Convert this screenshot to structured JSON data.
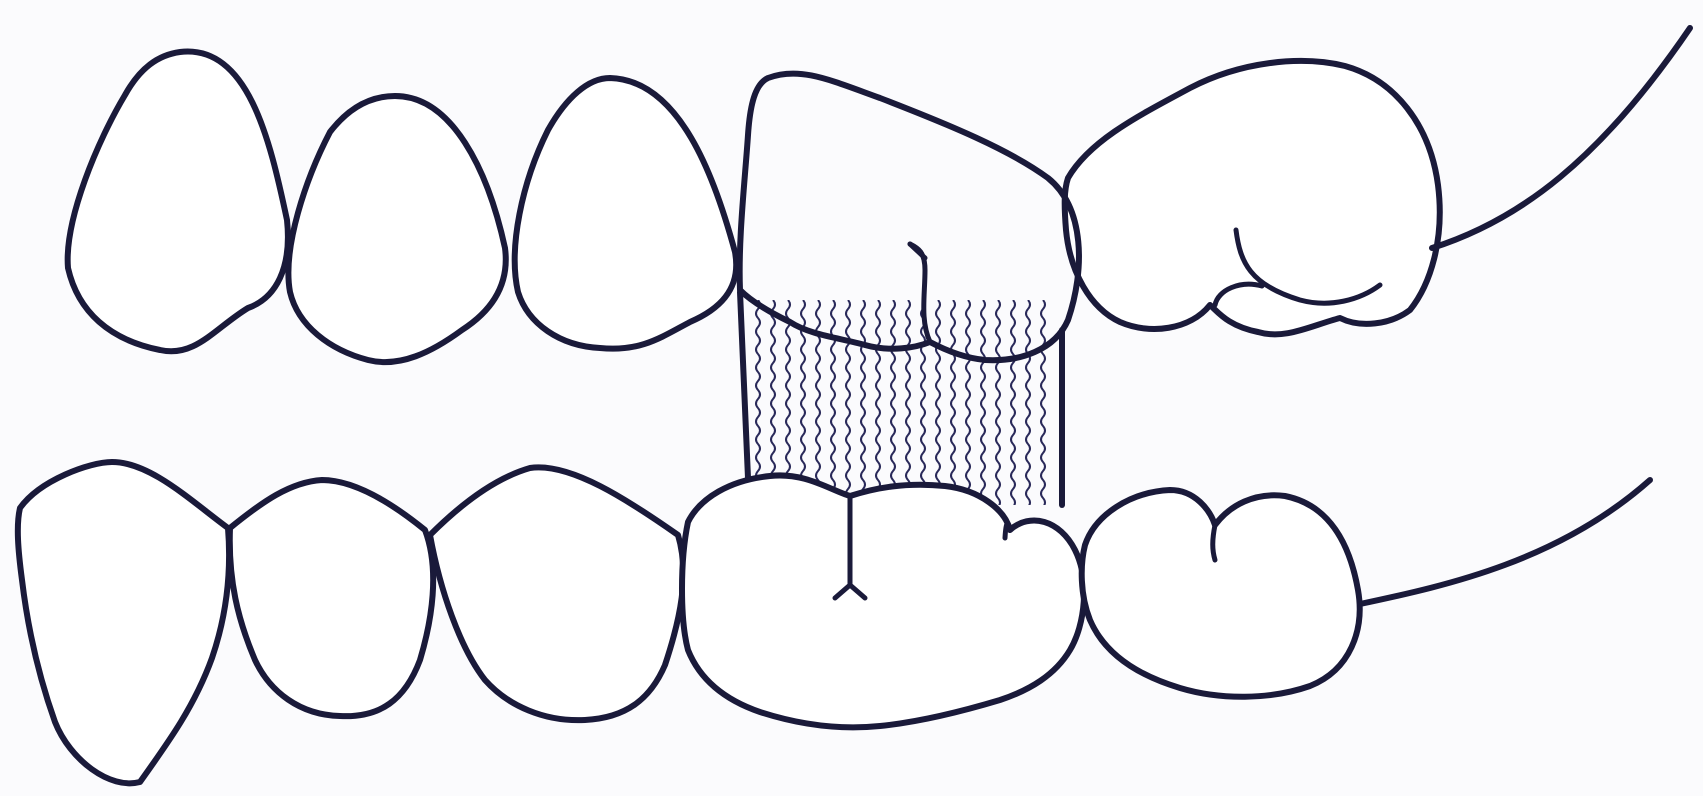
{
  "diagram": {
    "kind": "dental-occlusion-schematic",
    "colors": {
      "outline": "#1a1a3a",
      "crown_fill": "#c9c6ec",
      "crown_dots": "#6a66b0",
      "fibers": "#2a2a5a",
      "background": "#fbfbfd"
    },
    "upper_teeth": [
      {
        "id": "u1",
        "kind": "premolar"
      },
      {
        "id": "u2",
        "kind": "premolar"
      },
      {
        "id": "u3",
        "kind": "premolar"
      },
      {
        "id": "u4",
        "kind": "molar-highlighted"
      },
      {
        "id": "u5",
        "kind": "molar"
      }
    ],
    "lower_teeth": [
      {
        "id": "l1",
        "kind": "premolar"
      },
      {
        "id": "l2",
        "kind": "premolar"
      },
      {
        "id": "l3",
        "kind": "premolar"
      },
      {
        "id": "l4",
        "kind": "molar"
      },
      {
        "id": "l5",
        "kind": "molar"
      }
    ]
  }
}
